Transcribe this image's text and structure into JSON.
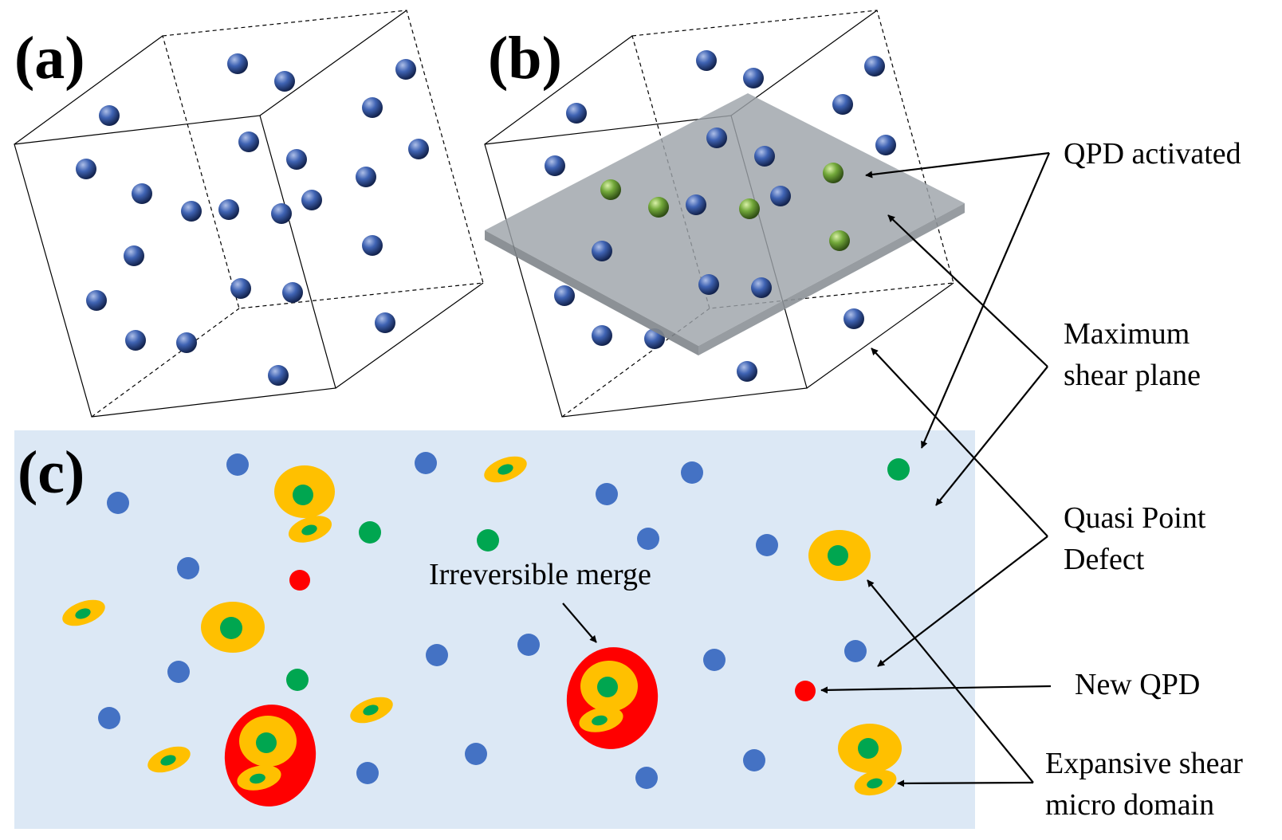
{
  "figure": {
    "panel_labels": {
      "a": "(a)",
      "b": "(b)",
      "c": "(c)"
    },
    "callouts": {
      "qpd_activated": "QPD activated",
      "max_shear_1": "Maximum",
      "max_shear_2": "shear plane",
      "quasi_1": "Quasi Point",
      "quasi_2": "Defect",
      "new_qpd": "New QPD",
      "esmd_1": "Expansive shear",
      "esmd_2": "micro domain",
      "irreversible_merge": "Irreversible merge"
    },
    "colors": {
      "qpd_blue": "#4472c4",
      "activated_green": "#00a650",
      "sphere_green": "#7cb342",
      "new_qpd_red": "#ff0000",
      "domain_orange": "#ffc000",
      "merge_red": "#ff0000",
      "panel_c_background": "#dce8f5",
      "shear_plane_gray": "#a9adb3"
    },
    "legend_entries": [
      "QPD activated",
      "Maximum shear plane",
      "Quasi Point Defect",
      "New QPD",
      "Expansive shear micro domain"
    ]
  }
}
